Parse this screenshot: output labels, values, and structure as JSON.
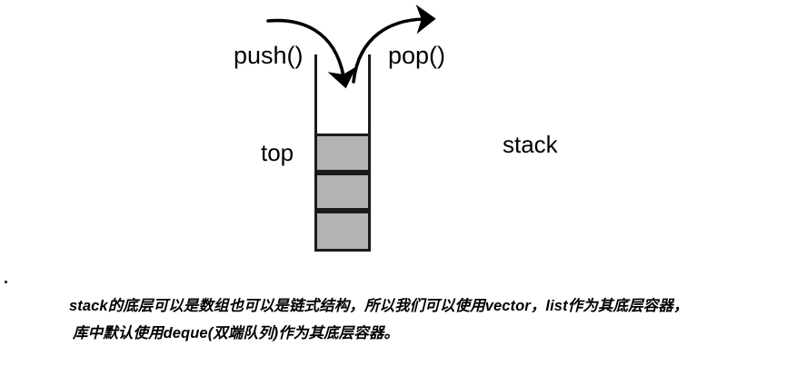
{
  "diagram": {
    "title": "stack push/pop diagram",
    "labels": {
      "push": "push()",
      "pop": "pop()",
      "top": "top",
      "stack": "stack"
    },
    "stack": {
      "cell_count": 3,
      "cells": [
        "",
        "",
        ""
      ],
      "cell_fill_color": "#b3b3b3",
      "outline_color": "#1a1a1a"
    },
    "arrows": [
      {
        "name": "push-arrow",
        "direction": "into-stack",
        "color": "#000000"
      },
      {
        "name": "pop-arrow",
        "direction": "out-of-stack",
        "color": "#000000"
      }
    ]
  },
  "caption": {
    "line1": "stack的底层可以是数组也可以是链式结构，所以我们可以使用vector，list作为其底层容器，",
    "line2": "库中默认使用deque(双端队列)作为其底层容器。"
  },
  "stray_mark": "."
}
